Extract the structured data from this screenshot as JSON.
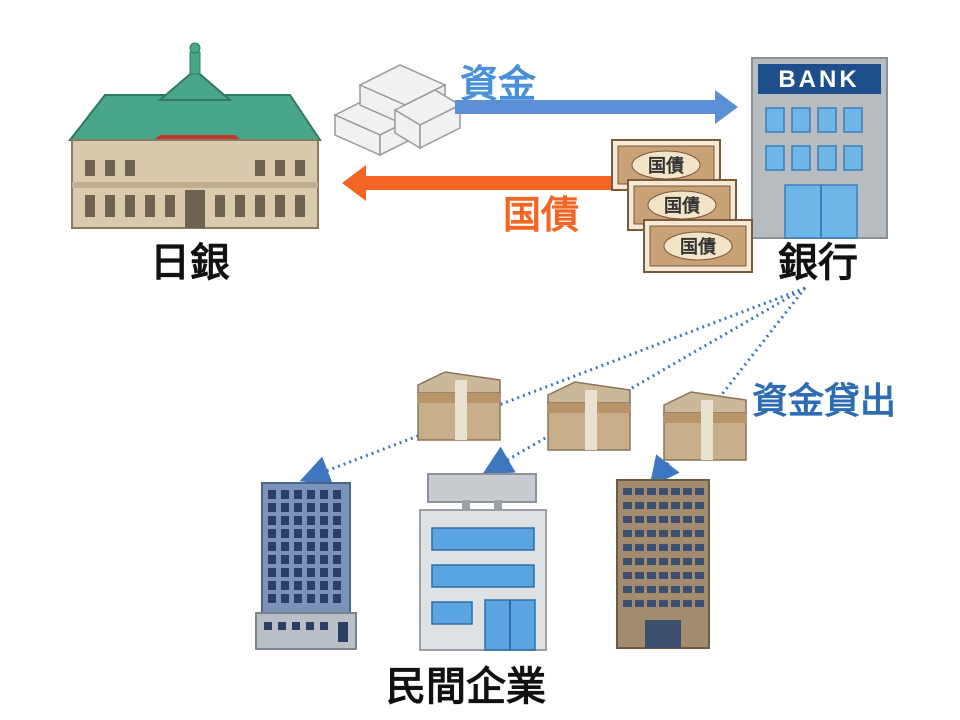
{
  "labels": {
    "boj": "日銀",
    "bank": "銀行",
    "companies": "民間企業",
    "funds": "資金",
    "bonds": "国債",
    "lending": "資金貸出"
  },
  "bank_sign": "BANK",
  "bond_stamp": "国債",
  "colors": {
    "funds_arrow": "#5b8fd6",
    "bonds_arrow": "#f26522",
    "funds_text": "#4a90d9",
    "bonds_text": "#f26522",
    "lending_text": "#2e6db4",
    "dotted": "#3f76c0"
  }
}
